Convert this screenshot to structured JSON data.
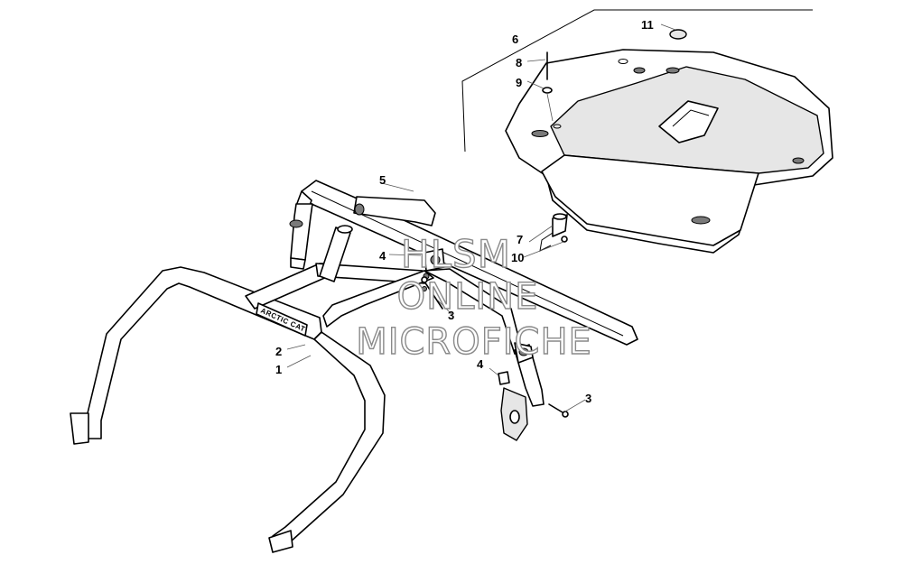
{
  "callouts": {
    "c1": "1",
    "c2": "2",
    "c3a": "3",
    "c3b": "3",
    "c4a": "4",
    "c4b": "4",
    "c5": "5",
    "c6": "6",
    "c7": "7",
    "c8": "8",
    "c9": "9",
    "c10": "10",
    "c11": "11"
  },
  "watermark": {
    "line1": "HLSM",
    "line2": "ONLINE",
    "line3": "MICROFICHE"
  },
  "logo": {
    "text": "ARCTIC CAT"
  }
}
